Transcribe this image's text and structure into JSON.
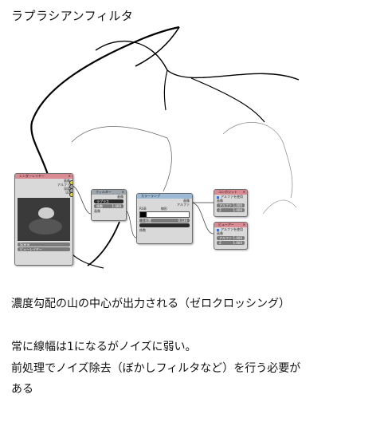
{
  "title": "ラプラシアンフィルタ",
  "body_lines": [
    "濃度勾配の山の中心が出力される（ゼロクロッシング）",
    "常に線幅は1になるがノイズに弱い。",
    "前処理でノイズ除去（ぼかしフィルタなど）を行う必要が",
    "ある"
  ],
  "nodes": {
    "render_layers": {
      "title": "レンダーレイヤー",
      "outputs": [
        "画像",
        "アルファ",
        "深度",
        "UV"
      ],
      "scene": "Scene",
      "layer": "ビューレイヤー"
    },
    "filter": {
      "title": "フィルター",
      "output": "画像",
      "type": "ラプラス",
      "factor_label": "係数",
      "factor_value": "1.000",
      "input": "画像"
    },
    "color_ramp": {
      "title": "カラーランプ",
      "outputs": [
        "画像",
        "アルファ"
      ],
      "mode_left": "RGB",
      "mode_mid": "線形",
      "pos_index": "1",
      "pos_label": "位置",
      "pos_value": "0.130",
      "input": "係数"
    },
    "composite": {
      "title": "コンポジット",
      "use_alpha": "アルファを使用",
      "input": "画像",
      "alpha_label": "アルファ",
      "alpha_value": "1.000",
      "z_label": "Z",
      "z_value": "1.000"
    },
    "viewer": {
      "title": "ビューアー",
      "use_alpha": "アルファを使用",
      "input": "画像",
      "alpha_label": "アルファ",
      "alpha_value": "1.000",
      "z_label": "Z",
      "z_value": "1.000"
    }
  },
  "colors": {
    "node_body": "#d9d9d9",
    "render_layers_header": "#d98a92",
    "filter_header": "#9ea6ad",
    "color_ramp_header": "#9cb9d6",
    "output_header": "#d98a92",
    "socket_yellow": "#e0d046",
    "socket_gray": "#a1a1a1",
    "checkbox": "#3b6fd6"
  },
  "icons": [
    "close-icon",
    "checkbox-icon",
    "dropdown-icon"
  ]
}
